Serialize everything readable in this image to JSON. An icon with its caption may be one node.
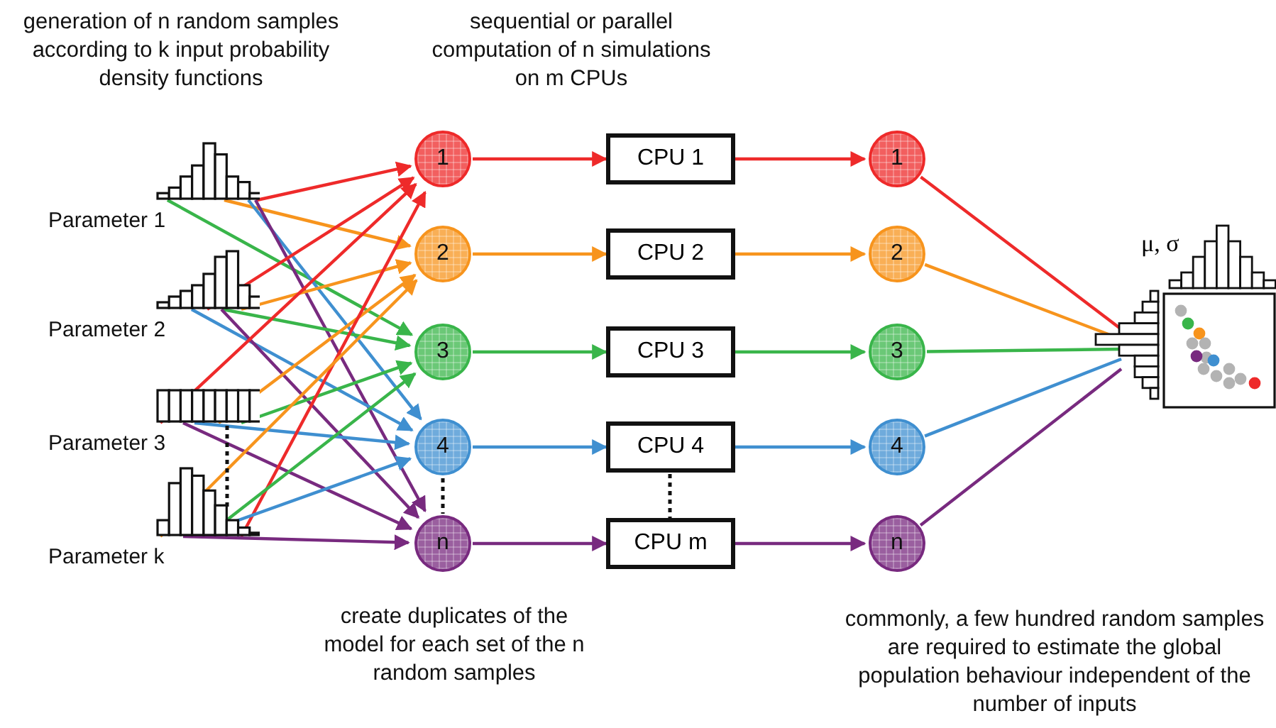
{
  "diagram": {
    "nodes": [
      {
        "text": [
          "Parameter 1"
        ]
      },
      {
        "text": [
          "Parameter 2"
        ]
      },
      {
        "text": [
          "Parameter 3"
        ]
      },
      {
        "text": [
          "Parameter k"
        ]
      },
      {
        "text": [
          "1"
        ]
      },
      {
        "text": [
          "2"
        ]
      },
      {
        "text": [
          "3"
        ]
      },
      {
        "text": [
          "4"
        ]
      },
      {
        "text": [
          "n"
        ]
      },
      {
        "text": [
          "CPU 1"
        ]
      },
      {
        "text": [
          "CPU 2"
        ]
      },
      {
        "text": [
          "CPU 3"
        ]
      },
      {
        "text": [
          "CPU 4"
        ]
      },
      {
        "text": [
          "CPU m"
        ]
      },
      {
        "text": [
          "1"
        ]
      },
      {
        "text": [
          "2"
        ]
      },
      {
        "text": [
          "3"
        ]
      },
      {
        "text": [
          "4"
        ]
      },
      {
        "text": [
          "n"
        ]
      },
      {
        "text": [
          "μ, σ"
        ]
      }
    ],
    "edges": [
      {
        "from": 0,
        "to": 4,
        "arrow": "to",
        "color": "#ee2a2a"
      },
      {
        "from": 0,
        "to": 5,
        "arrow": "to",
        "color": "#f7941d"
      },
      {
        "from": 0,
        "to": 6,
        "arrow": "to",
        "color": "#39b54a"
      },
      {
        "from": 0,
        "to": 7,
        "arrow": "to",
        "color": "#3f8fd0"
      },
      {
        "from": 0,
        "to": 8,
        "arrow": "to",
        "color": "#782a7f"
      },
      {
        "from": 1,
        "to": 4,
        "arrow": "to",
        "color": "#ee2a2a"
      },
      {
        "from": 1,
        "to": 5,
        "arrow": "to",
        "color": "#f7941d"
      },
      {
        "from": 1,
        "to": 6,
        "arrow": "to",
        "color": "#39b54a"
      },
      {
        "from": 1,
        "to": 7,
        "arrow": "to",
        "color": "#3f8fd0"
      },
      {
        "from": 1,
        "to": 8,
        "arrow": "to",
        "color": "#782a7f"
      },
      {
        "from": 2,
        "to": 4,
        "arrow": "to",
        "color": "#ee2a2a"
      },
      {
        "from": 2,
        "to": 5,
        "arrow": "to",
        "color": "#f7941d"
      },
      {
        "from": 2,
        "to": 6,
        "arrow": "to",
        "color": "#39b54a"
      },
      {
        "from": 2,
        "to": 7,
        "arrow": "to",
        "color": "#3f8fd0"
      },
      {
        "from": 2,
        "to": 8,
        "arrow": "to",
        "color": "#782a7f"
      },
      {
        "from": 3,
        "to": 4,
        "arrow": "to",
        "color": "#ee2a2a"
      },
      {
        "from": 3,
        "to": 5,
        "arrow": "to",
        "color": "#f7941d"
      },
      {
        "from": 3,
        "to": 6,
        "arrow": "to",
        "color": "#39b54a"
      },
      {
        "from": 3,
        "to": 7,
        "arrow": "to",
        "color": "#3f8fd0"
      },
      {
        "from": 3,
        "to": 8,
        "arrow": "to",
        "color": "#782a7f"
      },
      {
        "from": 4,
        "to": 9,
        "arrow": "to",
        "color": "#ee2a2a"
      },
      {
        "from": 5,
        "to": 10,
        "arrow": "to",
        "color": "#f7941d"
      },
      {
        "from": 6,
        "to": 11,
        "arrow": "to",
        "color": "#39b54a"
      },
      {
        "from": 7,
        "to": 12,
        "arrow": "to",
        "color": "#3f8fd0"
      },
      {
        "from": 8,
        "to": 13,
        "arrow": "to",
        "color": "#782a7f"
      },
      {
        "from": 9,
        "to": 14,
        "arrow": "to",
        "color": "#ee2a2a"
      },
      {
        "from": 10,
        "to": 15,
        "arrow": "to",
        "color": "#f7941d"
      },
      {
        "from": 11,
        "to": 16,
        "arrow": "to",
        "color": "#39b54a"
      },
      {
        "from": 12,
        "to": 17,
        "arrow": "to",
        "color": "#3f8fd0"
      },
      {
        "from": 13,
        "to": 18,
        "arrow": "to",
        "color": "#782a7f"
      },
      {
        "from": 14,
        "to": 19,
        "arrow": "none",
        "color": "#ee2a2a"
      },
      {
        "from": 15,
        "to": 19,
        "arrow": "none",
        "color": "#f7941d"
      },
      {
        "from": 16,
        "to": 19,
        "arrow": "none",
        "color": "#39b54a"
      },
      {
        "from": 17,
        "to": 19,
        "arrow": "none",
        "color": "#3f8fd0"
      },
      {
        "from": 18,
        "to": 19,
        "arrow": "none",
        "color": "#782a7f"
      }
    ],
    "labels": [
      "generation of n random samples according to k input probability density functions",
      "sequential or parallel computation of n simulations on m CPUs",
      "create duplicates of the model for each set of the n random samples",
      "commonly, a few hundred random samples are required to estimate the global population behaviour independent of the number of inputs"
    ]
  }
}
